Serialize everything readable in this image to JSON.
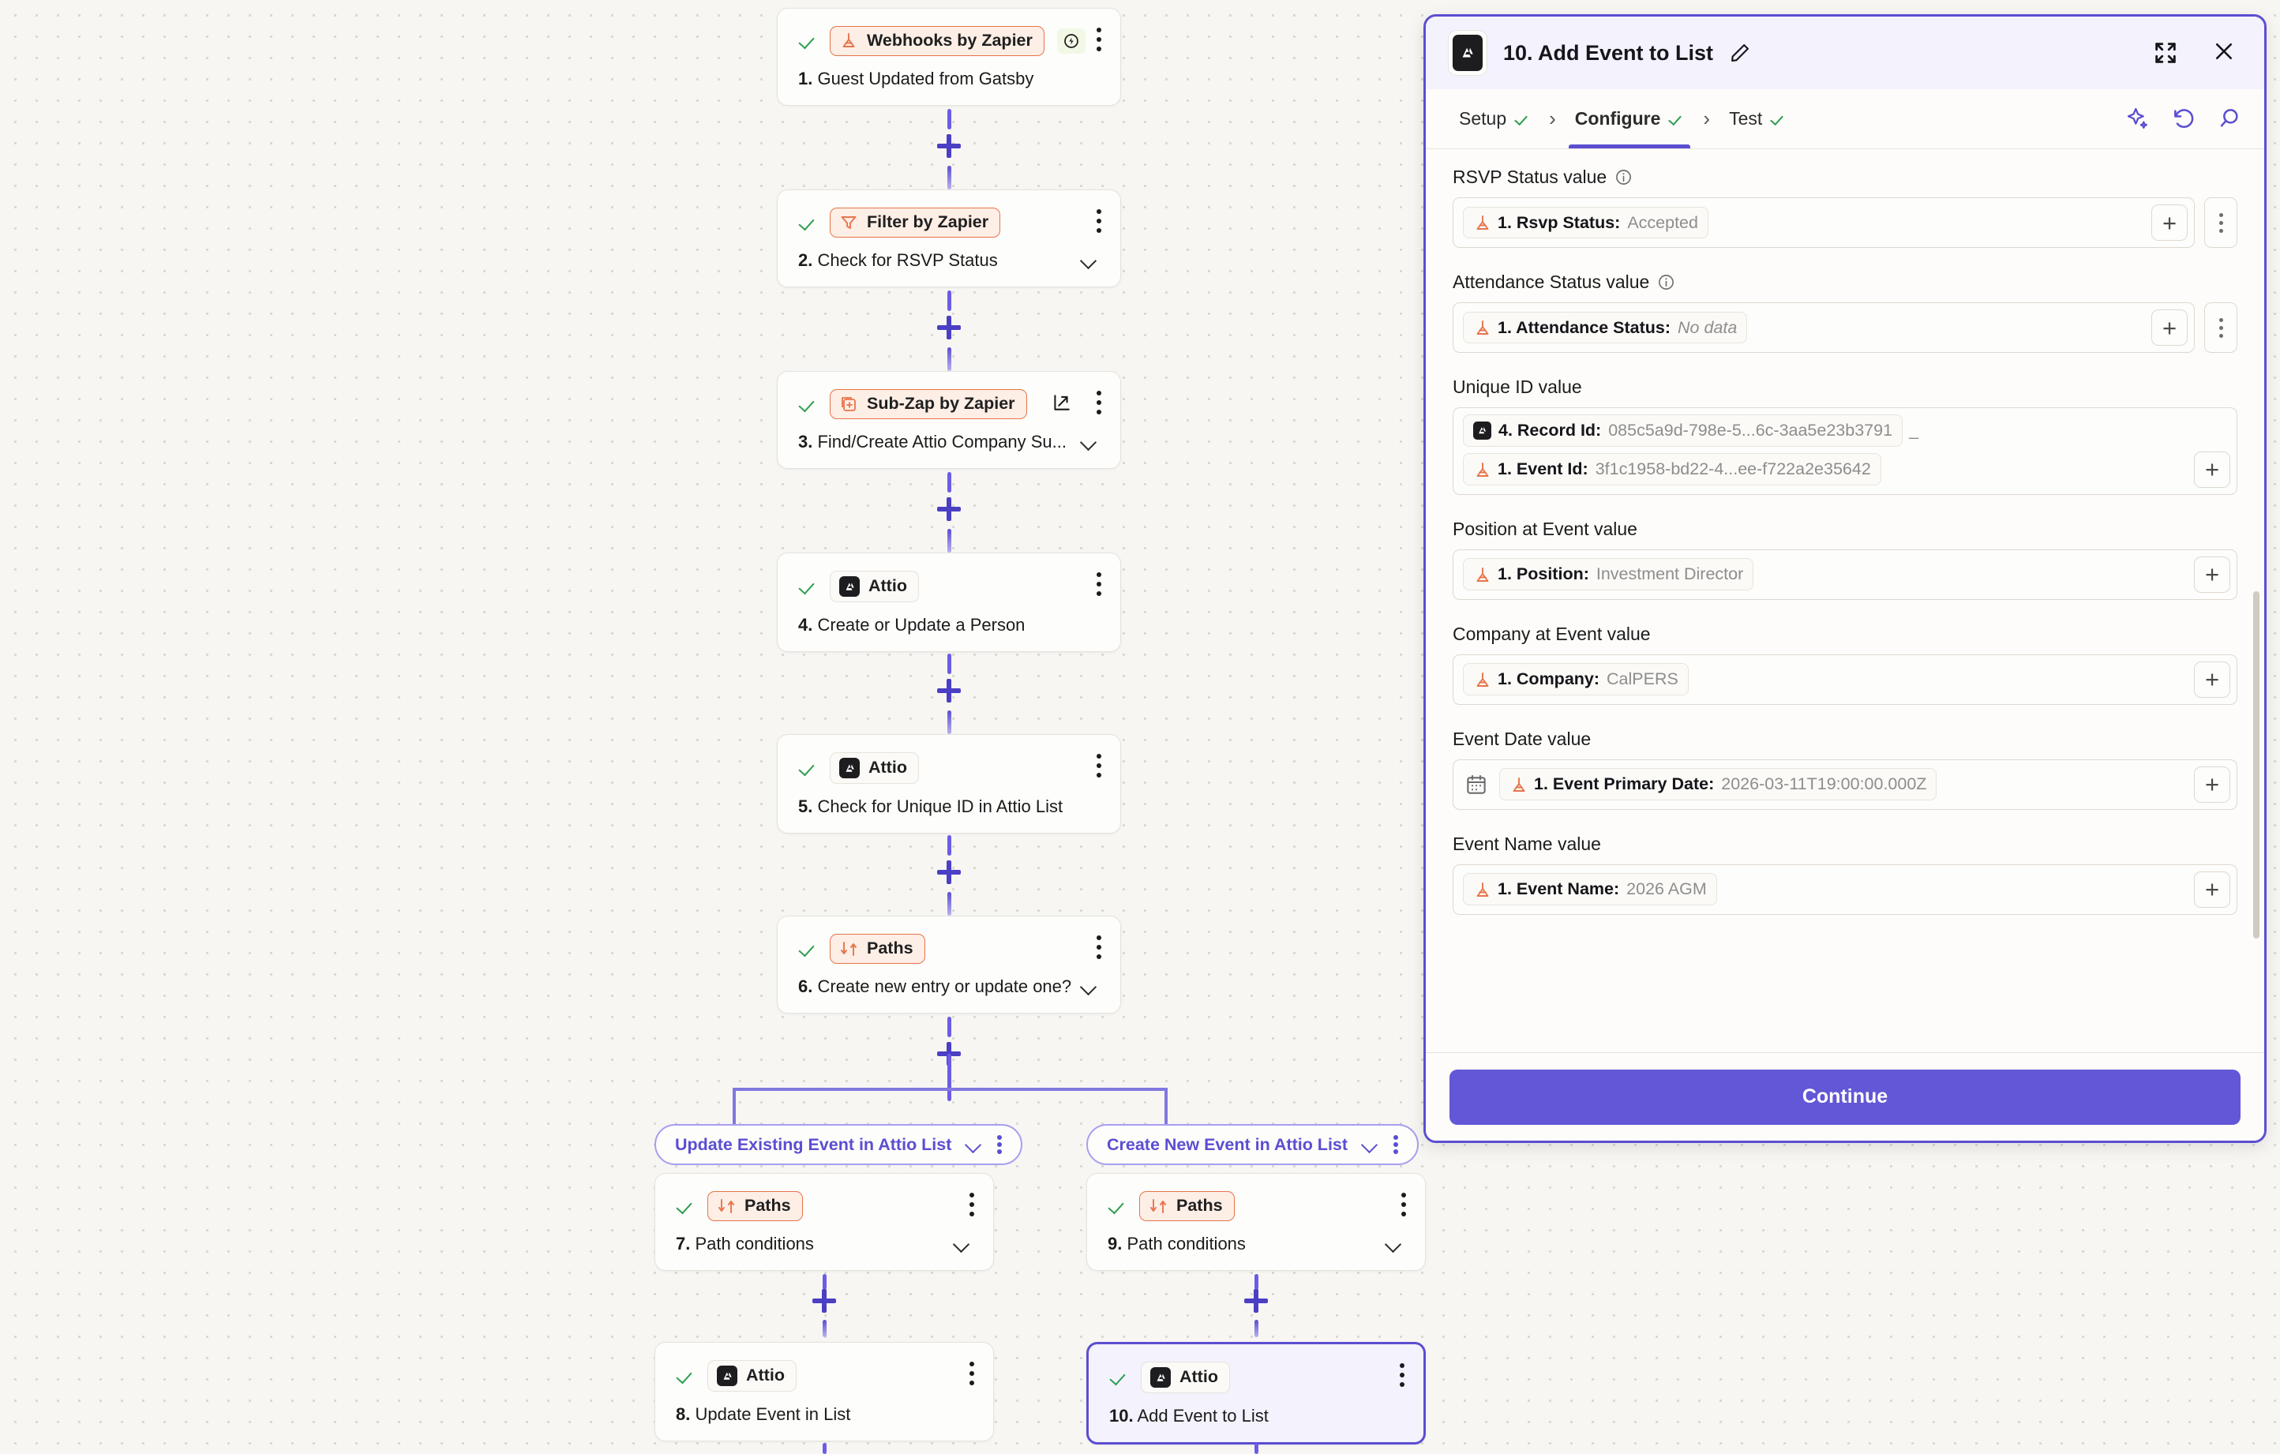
{
  "canvas": {
    "nodes": [
      {
        "id": "node-1",
        "app": "Webhooks by Zapier",
        "index": "1.",
        "title": "Guest Updated from Gatsby",
        "app_icon": "zapier-webhook-icon",
        "has_instant_badge": true,
        "has_chevron": false,
        "has_external_link": false,
        "selected": false
      },
      {
        "id": "node-2",
        "app": "Filter by Zapier",
        "index": "2.",
        "title": "Check for RSVP Status",
        "app_icon": "filter-icon",
        "has_instant_badge": false,
        "has_chevron": true,
        "has_external_link": false,
        "selected": false
      },
      {
        "id": "node-3",
        "app": "Sub-Zap by Zapier",
        "index": "3.",
        "title": "Find/Create Attio Company Su...",
        "app_icon": "sub-zap-icon",
        "has_instant_badge": false,
        "has_chevron": true,
        "has_external_link": true,
        "selected": false
      },
      {
        "id": "node-4",
        "app": "Attio",
        "index": "4.",
        "title": "Create or Update a Person",
        "app_icon": "attio-icon",
        "has_instant_badge": false,
        "has_chevron": false,
        "has_external_link": false,
        "selected": false
      },
      {
        "id": "node-5",
        "app": "Attio",
        "index": "5.",
        "title": "Check for Unique ID in Attio List",
        "app_icon": "attio-icon",
        "has_instant_badge": false,
        "has_chevron": false,
        "has_external_link": false,
        "selected": false
      },
      {
        "id": "node-6",
        "app": "Paths",
        "index": "6.",
        "title": "Create new entry or update one?",
        "app_icon": "paths-icon",
        "has_instant_badge": false,
        "has_chevron": true,
        "has_external_link": false,
        "selected": false
      }
    ],
    "paths": [
      {
        "id": "path-left",
        "pill_label": "Update Existing Event in Attio List",
        "nodes": [
          {
            "id": "node-7",
            "app": "Paths",
            "index": "7.",
            "title": "Path conditions",
            "app_icon": "paths-icon",
            "has_chevron": true,
            "selected": false
          },
          {
            "id": "node-8",
            "app": "Attio",
            "index": "8.",
            "title": "Update Event in List",
            "app_icon": "attio-icon",
            "has_chevron": false,
            "selected": false
          }
        ]
      },
      {
        "id": "path-right",
        "pill_label": "Create New Event in Attio List",
        "nodes": [
          {
            "id": "node-9",
            "app": "Paths",
            "index": "9.",
            "title": "Path conditions",
            "app_icon": "paths-icon",
            "has_chevron": true,
            "selected": false
          },
          {
            "id": "node-10",
            "app": "Attio",
            "index": "10.",
            "title": "Add Event to List",
            "app_icon": "attio-icon",
            "has_chevron": false,
            "selected": true
          }
        ]
      }
    ]
  },
  "panel": {
    "app_icon": "attio-icon",
    "title": "10. Add Event to List",
    "edit_icon": "pencil-icon",
    "expand_icon": "expand-icon",
    "close_icon": "close-icon",
    "tabs": [
      {
        "label": "Setup",
        "active": false,
        "complete": true
      },
      {
        "label": "Configure",
        "active": true,
        "complete": true
      },
      {
        "label": "Test",
        "active": false,
        "complete": true
      }
    ],
    "toolbar_icons": [
      "ai-sparkle-icon",
      "undo-icon",
      "search-icon"
    ],
    "fields": [
      {
        "label": "RSVP Status value",
        "has_info": true,
        "has_dots": true,
        "has_calendar": false,
        "tokens": [
          {
            "icon": "zapier-icon",
            "key": "1. Rsvp Status:",
            "value": "Accepted",
            "italic": false
          }
        ]
      },
      {
        "label": "Attendance Status value",
        "has_info": true,
        "has_dots": true,
        "has_calendar": false,
        "tokens": [
          {
            "icon": "zapier-icon",
            "key": "1. Attendance Status:",
            "value": "No data",
            "italic": true
          }
        ]
      },
      {
        "label": "Unique ID value",
        "has_info": false,
        "has_dots": false,
        "has_calendar": false,
        "tall": true,
        "tokens": [
          {
            "icon": "attio-icon",
            "key": "4. Record Id:",
            "value": "085c5a9d-798e-5...6c-3aa5e23b3791",
            "italic": false
          },
          {
            "separator": "_"
          },
          {
            "icon": "zapier-icon",
            "key": "1. Event Id:",
            "value": "3f1c1958-bd22-4...ee-f722a2e35642",
            "italic": false
          }
        ]
      },
      {
        "label": "Position at Event value",
        "has_info": false,
        "has_dots": false,
        "has_calendar": false,
        "tokens": [
          {
            "icon": "zapier-icon",
            "key": "1. Position:",
            "value": "Investment Director",
            "italic": false
          }
        ]
      },
      {
        "label": "Company at Event value",
        "has_info": false,
        "has_dots": false,
        "has_calendar": false,
        "tokens": [
          {
            "icon": "zapier-icon",
            "key": "1. Company:",
            "value": "CalPERS",
            "italic": false
          }
        ]
      },
      {
        "label": "Event Date value",
        "has_info": false,
        "has_dots": false,
        "has_calendar": true,
        "tokens": [
          {
            "icon": "zapier-icon",
            "key": "1. Event Primary Date:",
            "value": "2026-03-11T19:00:00.000Z",
            "italic": false
          }
        ]
      },
      {
        "label": "Event Name value",
        "has_info": false,
        "has_dots": false,
        "has_calendar": false,
        "tokens": [
          {
            "icon": "zapier-icon",
            "key": "1. Event Name:",
            "value": "2026 AGM",
            "italic": false
          }
        ]
      }
    ],
    "continue_label": "Continue"
  },
  "colors": {
    "accent": "#5b4ed1",
    "continue": "#6257d6",
    "zapier_orange": "#e8744a",
    "check_green": "#2e9e52",
    "canvas_bg": "#f7f6f3"
  }
}
